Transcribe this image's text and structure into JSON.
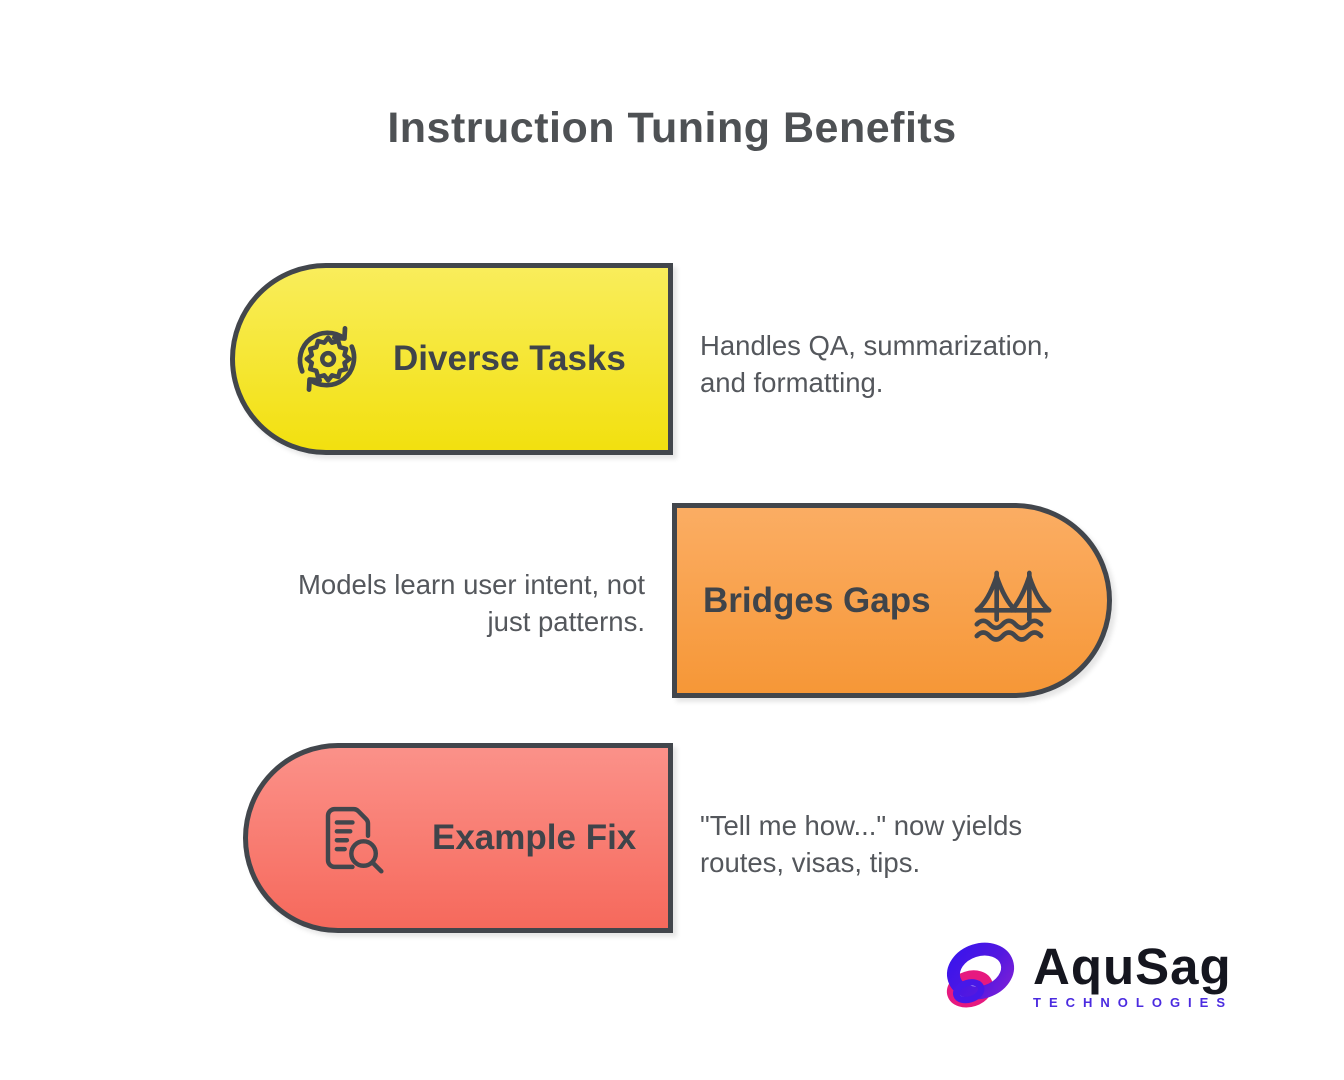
{
  "title": "Instruction Tuning Benefits",
  "items": [
    {
      "label": "Diverse Tasks",
      "icon": "sync-gear-icon",
      "desc_lines": [
        "Handles QA, summarization,",
        "and formatting."
      ],
      "gradient": {
        "top": "#f9ed5b",
        "bottom": "#f2e00f"
      }
    },
    {
      "label": "Bridges Gaps",
      "icon": "bridge-icon",
      "desc_lines": [
        "Models learn user intent, not",
        "just patterns."
      ],
      "gradient": {
        "top": "#fbad63",
        "bottom": "#f69737"
      }
    },
    {
      "label": "Example Fix",
      "icon": "document-search-icon",
      "desc_lines": [
        "\"Tell me how...\" now yields",
        "routes, visas, tips."
      ],
      "gradient": {
        "top": "#fb9189",
        "bottom": "#f6695c"
      }
    }
  ],
  "colors": {
    "outline": "#42464c",
    "title_text": "#4e5154",
    "label_text": "#3f444a",
    "desc_text": "#54575c",
    "logo_name_text": "#15161f",
    "logo_subtitle_text": "#4b2be0"
  },
  "logo": {
    "name": "AquSag",
    "subtitle": "TECHNOLOGIES"
  }
}
